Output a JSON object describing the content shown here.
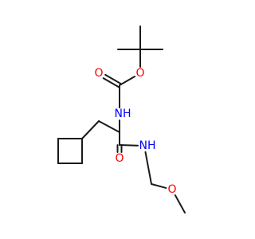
{
  "colors": {
    "bond": "#1a1a1a",
    "oxygen": "#ff0000",
    "nitrogen": "#0000ff",
    "background": "#ffffff"
  },
  "atoms": [
    {
      "id": "c_tbu_q",
      "element": "C"
    },
    {
      "id": "c_tbu_m1",
      "element": "C"
    },
    {
      "id": "c_tbu_m2",
      "element": "C"
    },
    {
      "id": "c_tbu_m3",
      "element": "C"
    },
    {
      "id": "o_ester",
      "element": "O",
      "label": "O"
    },
    {
      "id": "c_carbamate",
      "element": "C"
    },
    {
      "id": "o_carbamate",
      "element": "O",
      "label": "O"
    },
    {
      "id": "n_carbamate",
      "element": "N",
      "label": "NH"
    },
    {
      "id": "c_alpha",
      "element": "C"
    },
    {
      "id": "c_beta",
      "element": "C"
    },
    {
      "id": "c_cb1",
      "element": "C"
    },
    {
      "id": "c_cb2",
      "element": "C"
    },
    {
      "id": "c_cb3",
      "element": "C"
    },
    {
      "id": "c_cb4",
      "element": "C"
    },
    {
      "id": "c_amide",
      "element": "C"
    },
    {
      "id": "o_amide",
      "element": "O",
      "label": "O"
    },
    {
      "id": "n_amide",
      "element": "N",
      "label": "NH"
    },
    {
      "id": "c_ch2",
      "element": "C"
    },
    {
      "id": "o_ether",
      "element": "O",
      "label": "O"
    },
    {
      "id": "c_methyl",
      "element": "C"
    }
  ],
  "bonds": [
    {
      "from": "c_tbu_q",
      "to": "c_tbu_m1",
      "order": 1
    },
    {
      "from": "c_tbu_q",
      "to": "c_tbu_m2",
      "order": 1
    },
    {
      "from": "c_tbu_q",
      "to": "c_tbu_m3",
      "order": 1
    },
    {
      "from": "c_tbu_q",
      "to": "o_ester",
      "order": 1
    },
    {
      "from": "o_ester",
      "to": "c_carbamate",
      "order": 1
    },
    {
      "from": "c_carbamate",
      "to": "o_carbamate",
      "order": 2
    },
    {
      "from": "c_carbamate",
      "to": "n_carbamate",
      "order": 1
    },
    {
      "from": "n_carbamate",
      "to": "c_alpha",
      "order": 1
    },
    {
      "from": "c_alpha",
      "to": "c_beta",
      "order": 1
    },
    {
      "from": "c_beta",
      "to": "c_cb1",
      "order": 1
    },
    {
      "from": "c_cb1",
      "to": "c_cb2",
      "order": 1
    },
    {
      "from": "c_cb2",
      "to": "c_cb3",
      "order": 1
    },
    {
      "from": "c_cb3",
      "to": "c_cb4",
      "order": 1
    },
    {
      "from": "c_cb4",
      "to": "c_cb1",
      "order": 1
    },
    {
      "from": "c_alpha",
      "to": "c_amide",
      "order": 1
    },
    {
      "from": "c_amide",
      "to": "o_amide",
      "order": 2
    },
    {
      "from": "c_amide",
      "to": "n_amide",
      "order": 1
    },
    {
      "from": "n_amide",
      "to": "c_ch2",
      "order": 1
    },
    {
      "from": "c_ch2",
      "to": "o_ether",
      "order": 1
    },
    {
      "from": "o_ether",
      "to": "c_methyl",
      "order": 1
    }
  ]
}
